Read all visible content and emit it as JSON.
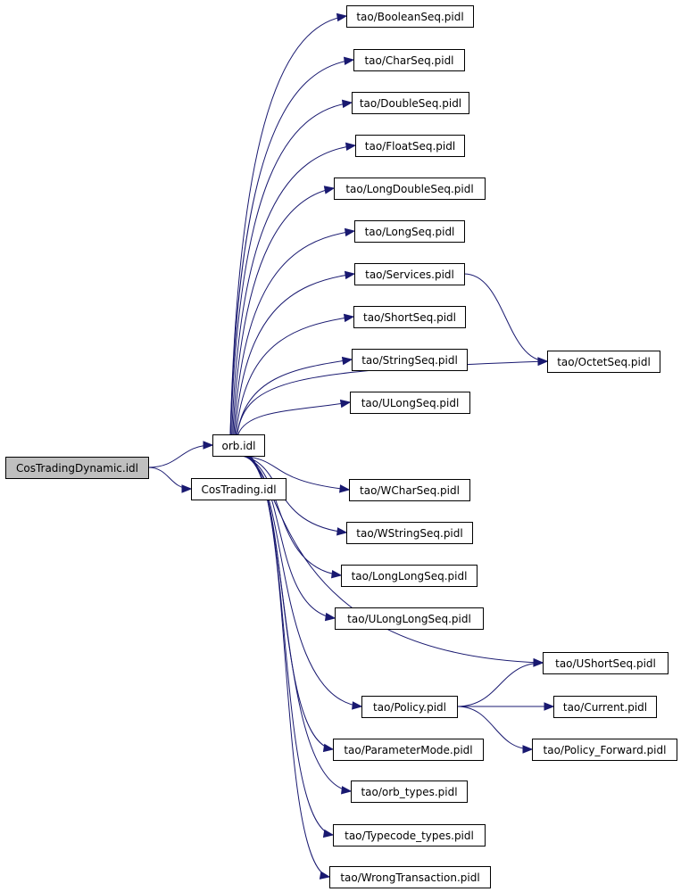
{
  "diagram": {
    "nodes": [
      {
        "id": "root",
        "label": "CosTradingDynamic.idl",
        "root": true
      },
      {
        "id": "orb",
        "label": "orb.idl"
      },
      {
        "id": "costrading",
        "label": "CosTrading.idl"
      },
      {
        "id": "booleanseq",
        "label": "tao/BooleanSeq.pidl"
      },
      {
        "id": "charseq",
        "label": "tao/CharSeq.pidl"
      },
      {
        "id": "doubleseq",
        "label": "tao/DoubleSeq.pidl"
      },
      {
        "id": "floatseq",
        "label": "tao/FloatSeq.pidl"
      },
      {
        "id": "longdoubleseq",
        "label": "tao/LongDoubleSeq.pidl"
      },
      {
        "id": "longseq",
        "label": "tao/LongSeq.pidl"
      },
      {
        "id": "services",
        "label": "tao/Services.pidl"
      },
      {
        "id": "shortseq",
        "label": "tao/ShortSeq.pidl"
      },
      {
        "id": "stringseq",
        "label": "tao/StringSeq.pidl"
      },
      {
        "id": "ulongseq",
        "label": "tao/ULongSeq.pidl"
      },
      {
        "id": "octetseq",
        "label": "tao/OctetSeq.pidl"
      },
      {
        "id": "wcharseq",
        "label": "tao/WCharSeq.pidl"
      },
      {
        "id": "wstringseq",
        "label": "tao/WStringSeq.pidl"
      },
      {
        "id": "longlongseq",
        "label": "tao/LongLongSeq.pidl"
      },
      {
        "id": "ulonglongseq",
        "label": "tao/ULongLongSeq.pidl"
      },
      {
        "id": "ushortseq",
        "label": "tao/UShortSeq.pidl"
      },
      {
        "id": "policy",
        "label": "tao/Policy.pidl"
      },
      {
        "id": "current",
        "label": "tao/Current.pidl"
      },
      {
        "id": "policyforward",
        "label": "tao/Policy_Forward.pidl"
      },
      {
        "id": "parametermode",
        "label": "tao/ParameterMode.pidl"
      },
      {
        "id": "orbtypes",
        "label": "tao/orb_types.pidl"
      },
      {
        "id": "typecodetypes",
        "label": "tao/Typecode_types.pidl"
      },
      {
        "id": "wrongtransaction",
        "label": "tao/WrongTransaction.pidl"
      }
    ],
    "edges": [
      {
        "from": "root",
        "to": "orb"
      },
      {
        "from": "root",
        "to": "costrading"
      },
      {
        "from": "orb",
        "to": "booleanseq"
      },
      {
        "from": "orb",
        "to": "charseq"
      },
      {
        "from": "orb",
        "to": "doubleseq"
      },
      {
        "from": "orb",
        "to": "floatseq"
      },
      {
        "from": "orb",
        "to": "longdoubleseq"
      },
      {
        "from": "orb",
        "to": "longseq"
      },
      {
        "from": "orb",
        "to": "services"
      },
      {
        "from": "orb",
        "to": "shortseq"
      },
      {
        "from": "orb",
        "to": "stringseq"
      },
      {
        "from": "orb",
        "to": "ulongseq"
      },
      {
        "from": "orb",
        "to": "octetseq"
      },
      {
        "from": "services",
        "to": "octetseq"
      },
      {
        "from": "orb",
        "to": "wcharseq"
      },
      {
        "from": "orb",
        "to": "wstringseq"
      },
      {
        "from": "orb",
        "to": "longlongseq"
      },
      {
        "from": "orb",
        "to": "ulonglongseq"
      },
      {
        "from": "orb",
        "to": "ushortseq"
      },
      {
        "from": "orb",
        "to": "policy"
      },
      {
        "from": "policy",
        "to": "ushortseq"
      },
      {
        "from": "policy",
        "to": "current"
      },
      {
        "from": "policy",
        "to": "policyforward"
      },
      {
        "from": "orb",
        "to": "parametermode"
      },
      {
        "from": "orb",
        "to": "orbtypes"
      },
      {
        "from": "orb",
        "to": "typecodetypes"
      },
      {
        "from": "orb",
        "to": "wrongtransaction"
      }
    ]
  }
}
